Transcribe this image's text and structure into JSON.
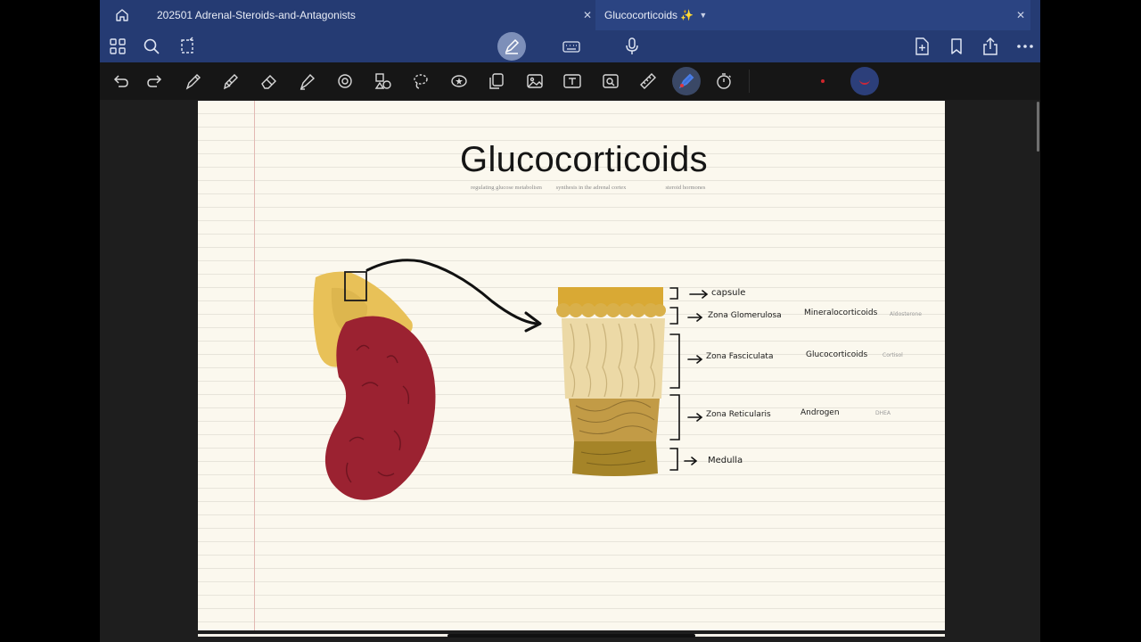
{
  "tabs": [
    {
      "label": "202501 Adrenal-Steroids-and-Antagonists",
      "active": false
    },
    {
      "label": "Glucocorticoids ✨",
      "active": true
    }
  ],
  "toolbar": {
    "left_icons": [
      "grid-icon",
      "search-icon",
      "lasso-page-icon"
    ],
    "center_icons": [
      "pen-mode-icon",
      "keyboard-icon",
      "microphone-icon"
    ],
    "right_icons": [
      "add-page-icon",
      "bookmark-icon",
      "share-icon",
      "more-icon"
    ]
  },
  "tools": [
    "undo-icon",
    "redo-icon",
    "pen-icon",
    "pencil-icon",
    "eraser-icon",
    "highlighter-icon",
    "shape-icon",
    "element-icon",
    "lasso-icon",
    "sticker-icon",
    "copy-icon",
    "image-icon",
    "text-icon",
    "camera-icon",
    "ruler-icon",
    "laser-icon",
    "timer-icon"
  ],
  "colors": {
    "tabbar": "#253b73",
    "accent_red": "#d0262c",
    "kidney": "#9b2231",
    "adrenal": "#e8c158"
  },
  "note": {
    "title": "Glucocorticoids",
    "subnotes": [
      "regulating glucose metabolism",
      "synthesis in the adrenal cortex",
      "steroid hormones"
    ],
    "layers": [
      {
        "zone": "capsule",
        "hormone": "",
        "target": ""
      },
      {
        "zone": "Zona Glomerulosa",
        "hormone": "Mineralocorticoids",
        "target": "Aldosterone"
      },
      {
        "zone": "Zona Fasciculata",
        "hormone": "Glucocorticoids",
        "target": "Cortisol"
      },
      {
        "zone": "Zona Reticularis",
        "hormone": "Androgen",
        "target": "DHEA"
      },
      {
        "zone": "Medulla",
        "hormone": "",
        "target": ""
      }
    ]
  }
}
